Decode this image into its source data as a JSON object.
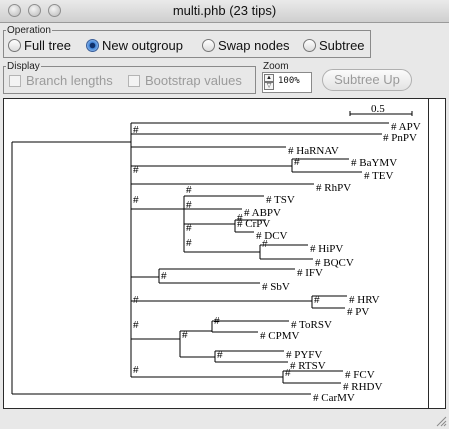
{
  "window": {
    "title": "multi.phb (23 tips)"
  },
  "operation": {
    "group_label": "Operation",
    "options": [
      {
        "label": "Full tree",
        "selected": false
      },
      {
        "label": "New outgroup",
        "selected": true
      },
      {
        "label": "Swap nodes",
        "selected": false
      },
      {
        "label": "Subtree",
        "selected": false
      }
    ]
  },
  "display": {
    "group_label": "Display",
    "branch_lengths_label": "Branch lengths",
    "branch_lengths_checked": false,
    "bootstrap_label": "Bootstrap values",
    "bootstrap_checked": false
  },
  "zoom": {
    "label": "Zoom",
    "value": "100%"
  },
  "subtree_up_button": {
    "label": "Subtree Up",
    "enabled": false
  },
  "tree": {
    "scale_label": "0.5",
    "node_marker": "#",
    "tips": [
      "APV",
      "PnPV",
      "HaRNAV",
      "BaYMV",
      "TEV",
      "RhPV",
      "TSV",
      "ABPV",
      "CrPV",
      "DCV",
      "HiPV",
      "BQCV",
      "IFV",
      "SbV",
      "HRV",
      "PV",
      "ToRSV",
      "CPMV",
      "PYFV",
      "RTSV",
      "FCV",
      "RHDV",
      "CarMV"
    ]
  }
}
